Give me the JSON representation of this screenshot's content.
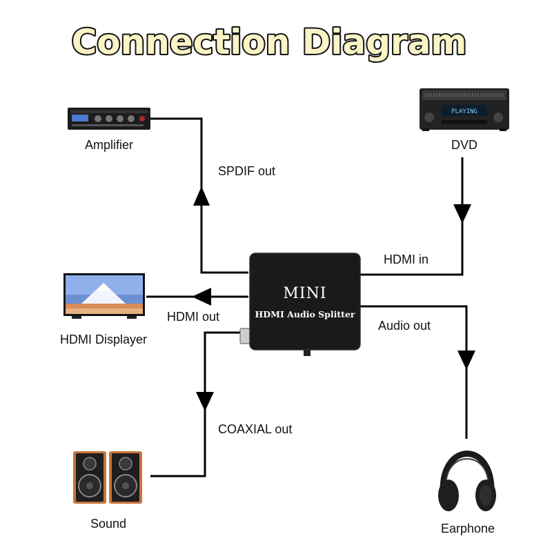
{
  "title": "Connection Diagram",
  "splitter": {
    "title": "MINI",
    "subtitle": "HDMI Audio Splitter"
  },
  "devices": {
    "amplifier": "Amplifier",
    "dvd": "DVD",
    "dvd_display": "PLAYING",
    "hdmi_displayer": "HDMI Displayer",
    "sound": "Sound",
    "earphone": "Earphone"
  },
  "connections": {
    "spdif_out": "SPDIF out",
    "hdmi_in": "HDMI in",
    "hdmi_out": "HDMI out",
    "audio_out": "Audio out",
    "coaxial_out": "COAXIAL out"
  },
  "colors": {
    "title_fill": "#fbf4c6",
    "box": "#1a1a1a",
    "wire": "#000000",
    "speaker_wood": "#c8743a"
  }
}
